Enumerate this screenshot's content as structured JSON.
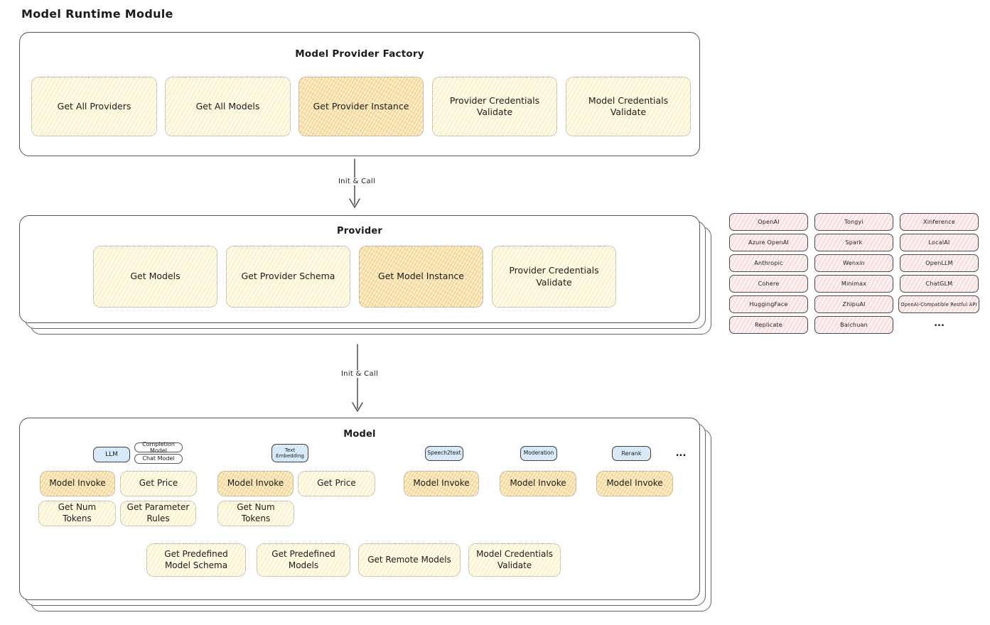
{
  "page_title": "Model Runtime Module",
  "arrow_label": "Init & Call",
  "factory": {
    "title": "Model Provider Factory",
    "boxes": [
      "Get All Providers",
      "Get All Models",
      "Get Provider Instance",
      "Provider Credentials Validate",
      "Model Credentials Validate"
    ]
  },
  "provider": {
    "title": "Provider",
    "boxes": [
      "Get Models",
      "Get Provider Schema",
      "Get Model Instance",
      "Provider Credentials Validate"
    ]
  },
  "providers_grid": {
    "rows": [
      [
        "OpenAI",
        "Tongyi",
        "Xinference"
      ],
      [
        "Azure OpenAI",
        "Spark",
        "LocalAI"
      ],
      [
        "Anthropic",
        "Wenxin",
        "OpenLLM"
      ],
      [
        "Cohere",
        "Minimax",
        "ChatGLM"
      ],
      [
        "HuggingFace",
        "ZhipuAI",
        "OpenAI-Compatible Restful API"
      ],
      [
        "Replicate",
        "Baichuan"
      ]
    ],
    "ellipsis": "..."
  },
  "model": {
    "title": "Model",
    "badge_llm": "LLM",
    "badge_completion": "Completion Model",
    "badge_chat": "Chat Model",
    "badge_text_embedding": "Text Embedding",
    "badge_speech2text": "Speech2text",
    "badge_moderation": "Moderation",
    "badge_rerank": "Rerank",
    "ellipsis": "...",
    "fn_model_invoke": "Model Invoke",
    "fn_get_price": "Get Price",
    "fn_get_num_tokens": "Get Num Tokens",
    "fn_get_parameter_rules": "Get Parameter Rules",
    "bottom": [
      "Get Predefined Model Schema",
      "Get Predefined Models",
      "Get Remote Models",
      "Model Credentials Validate"
    ]
  },
  "colors": {
    "node_cream": "#FFFBE8",
    "node_highlight": "#FCEFCB",
    "provider_pill_pink": "#FDF0F0",
    "badge_blue": "#DEEEFB",
    "stroke": "#555555"
  }
}
